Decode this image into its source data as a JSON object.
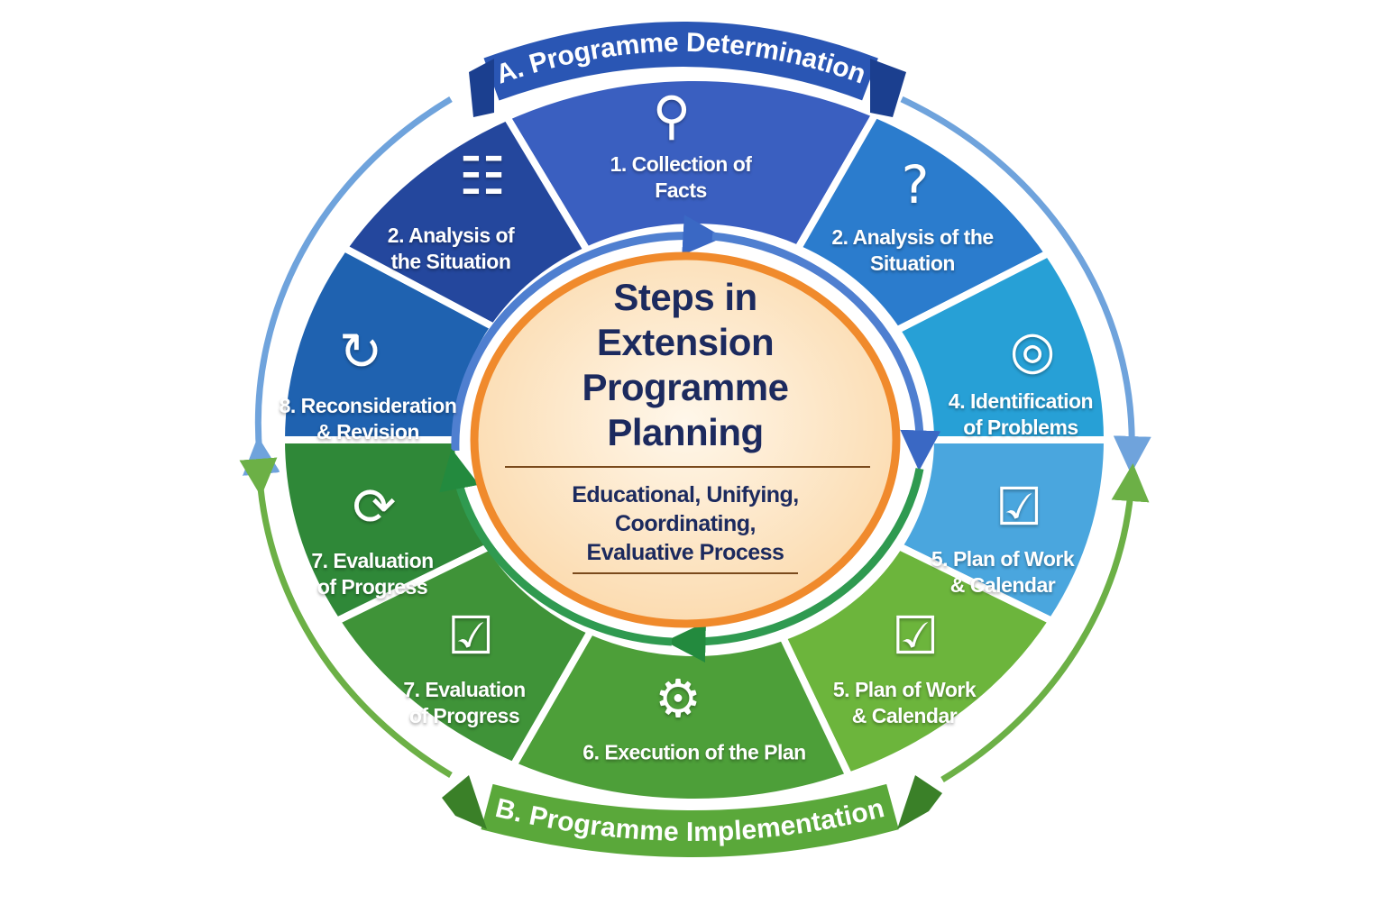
{
  "title": [
    "Steps in",
    "Extension",
    "Programme",
    "Planning"
  ],
  "subtitle": [
    "Educational, Unifying,",
    "Coordinating,",
    "Evaluative Process"
  ],
  "banners": {
    "top": "A. Programme Determination",
    "bottom": "B. Programme Implementation"
  },
  "colors": {
    "blue_banner": "#2a56b4",
    "green_banner": "#4f9e34",
    "outer_blue_arrow": "#6fa3dc",
    "outer_green_arrow": "#6cb046",
    "center_ring": "#f08a2c",
    "center_fill": "#fde3c0",
    "title_text": "#1c2a5e"
  },
  "segments": [
    {
      "lines": [
        "1. Collection of",
        "Facts"
      ],
      "color": "#3a5fc0",
      "icon": "magnifier-icon"
    },
    {
      "lines": [
        "2. Analysis of the",
        "Situation"
      ],
      "color": "#2b7ccd",
      "icon": "bar-chart-question-icon"
    },
    {
      "lines": [
        "4. Identification",
        "of Problems"
      ],
      "color": "#27a0d6",
      "icon": "target-icon"
    },
    {
      "lines": [
        "5. Plan of Work",
        "& Calendar"
      ],
      "color": "#4aa6de",
      "icon": "clipboard-check-icon"
    },
    {
      "lines": [
        "5. Plan of Work",
        "& Calendar"
      ],
      "color": "#6cb53c",
      "icon": "clipboard-check-icon"
    },
    {
      "lines": [
        "6. Execution of the Plan"
      ],
      "color": "#4d9f39",
      "icon": "gears-icon"
    },
    {
      "lines": [
        "7. Evaluation",
        "of Progress"
      ],
      "color": "#3f9338",
      "icon": "clipboard-check-icon"
    },
    {
      "lines": [
        "7. Evaluation",
        "of Progress"
      ],
      "color": "#2f8838",
      "icon": "cycle-arrows-icon"
    },
    {
      "lines": [
        "8. Reconsideration",
        "& Revision"
      ],
      "color": "#1f62b0",
      "icon": "refresh-gauge-icon"
    },
    {
      "lines": [
        "2. Analysis of",
        "the Situation"
      ],
      "color": "#24479d",
      "icon": "document-search-icon"
    }
  ]
}
